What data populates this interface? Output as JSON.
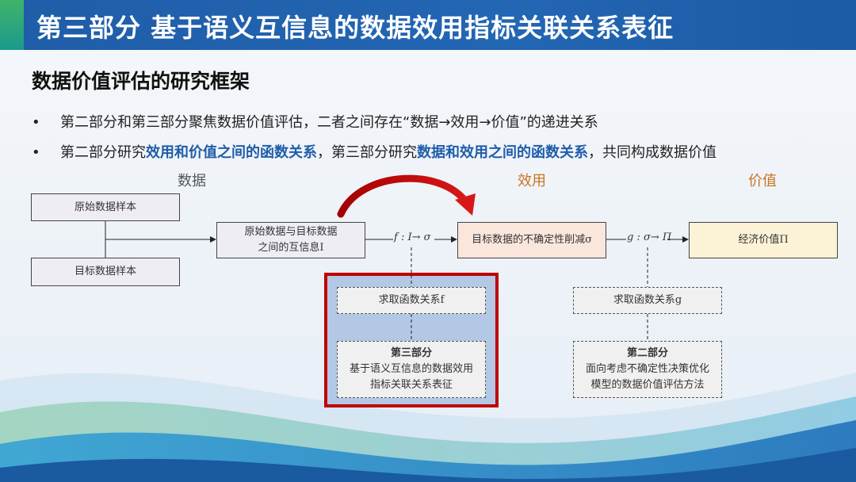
{
  "header": {
    "title": "第三部分  基于语义互信息的数据效用指标关联关系表征"
  },
  "subtitle": "数据价值评估的研究框架",
  "bullets": [
    {
      "marker": "•",
      "text": "第二部分和第三部分聚焦数据价值评估，二者之间存在“数据→效用→价值”的递进关系"
    },
    {
      "marker": "•",
      "parts": [
        "第二部分研究",
        "效用和价值之间的函数关系",
        "，第三部分研究",
        "数据和效用之间的函数关系",
        "，共同构成数据价值"
      ]
    }
  ],
  "stages": {
    "data": "数据",
    "utility": "效用",
    "value": "价值"
  },
  "colors": {
    "data": "#555555",
    "utility": "#c8741f",
    "value": "#c8741f",
    "highlight": "#1f5da8",
    "frame": "#c00000"
  },
  "diagram": {
    "raw_sample": "原始数据样本",
    "target_sample": "目标数据样本",
    "mutual_info": {
      "line1": "原始数据与目标数据",
      "line2": "之间的互信息I"
    },
    "f_label": "f : I→ σ",
    "uncertainty": "目标数据的不确定性削减σ",
    "g_label": "g : σ→ Π",
    "econ_value": "经济价值Π",
    "solve_f": "求取函数关系f",
    "solve_g": "求取函数关系g",
    "part3": {
      "title": "第三部分",
      "line1": "基于语义互信息的数据效用",
      "line2": "指标关联关系表征"
    },
    "part2": {
      "title": "第二部分",
      "line1": "面向考虑不确定性决策优化",
      "line2": "模型的数据价值评估方法"
    }
  }
}
